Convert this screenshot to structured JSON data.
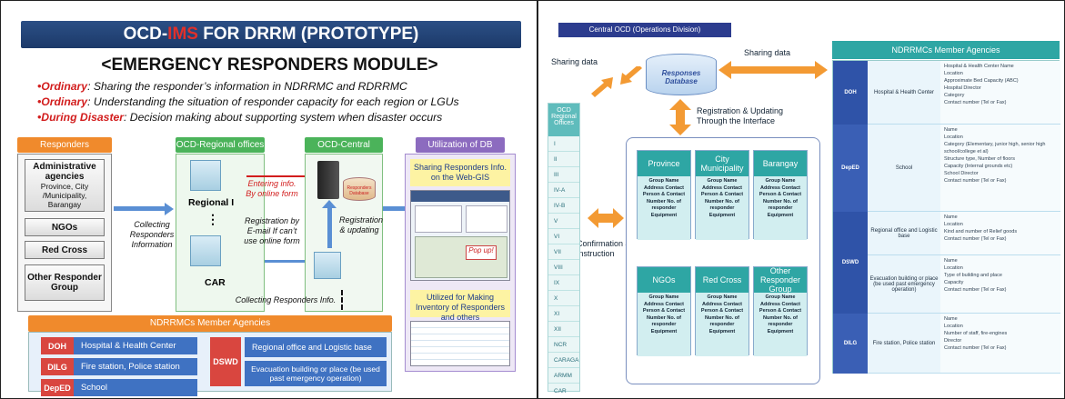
{
  "left": {
    "title_prefix": "OCD-",
    "title_ims": "IMS",
    "title_suffix": " FOR DRRM (PROTOTYPE)",
    "module_title": "<EMERGENCY RESPONDERS MODULE>",
    "bullets": [
      {
        "key": "•Ordinary",
        "text": ": Sharing the responder’s information in NDRRMC and RDRRMC"
      },
      {
        "key": "•Ordinary",
        "text": ": Understanding the situation of responder capacity for each region or LGUs"
      },
      {
        "key": "•During Disaster",
        "text": ": Decision making about supporting system when disaster occurs"
      }
    ],
    "headers": {
      "responders": "Responders",
      "regional": "OCD-Regional offices",
      "central": "OCD-Central",
      "utilization": "Utilization of DB",
      "agencies": "NDRRMCs Member Agencies"
    },
    "responder_boxes": {
      "admin_title": "Administrative agencies",
      "admin_sub": "Province, City /Municipality, Barangay",
      "ngos": "NGOs",
      "red_cross": "Red Cross",
      "other": "Other Responder Group"
    },
    "regional_i": "Regional I",
    "dots": "⋮",
    "car": "CAR",
    "labels": {
      "collecting": "Collecting Responders Information",
      "entering": "Entering info. By online form",
      "registration_email": "Registration by E-mail If can’t use online form",
      "registration_updating": "Registration & updating",
      "collecting_bottom": "Collecting Responders Info.",
      "database": "Responders Database"
    },
    "util": {
      "sharing": "Sharing Responders Info. on the Web-GIS",
      "popup": "Pop up!",
      "inventory": "Utilized for Making Inventory of Responders and others"
    },
    "legend_rows": [
      {
        "key": "DOH",
        "value": "Hospital & Health Center"
      },
      {
        "key": "DILG",
        "value": "Fire station, Police station"
      },
      {
        "key": "DepED",
        "value": "School"
      }
    ],
    "dswd": {
      "key": "DSWD",
      "values": [
        "Regional office and Logistic base",
        "Evacuation building or place (be used past emergency operation)"
      ]
    }
  },
  "right": {
    "title": "Central OCD (Operations Division)",
    "sharing_left": "Sharing data",
    "sharing_right": "Sharing data",
    "db_title": "Responses Database",
    "registration": "Registration & Updating Through the Interface",
    "confirmation": "Confirmation & Instruction",
    "regional_header": "OCD Regional Offices",
    "regions": [
      "I",
      "II",
      "III",
      "IV-A",
      "IV-B",
      "V",
      "VI",
      "VII",
      "VIII",
      "IX",
      "X",
      "XI",
      "XII",
      "NCR",
      "CARAGA",
      "ARMM",
      "CAR"
    ],
    "orgs_top": [
      {
        "name": "Province",
        "body": "Group Name Address Contact Person & Contact Number No. of responder Equipment"
      },
      {
        "name": "City Municipality",
        "body": "Group Name Address Contact Person & Contact Number No. of responder Equipment"
      },
      {
        "name": "Barangay",
        "body": "Group Name Address Contact Person & Contact Number No. of responder Equipment"
      }
    ],
    "orgs_bottom": [
      {
        "name": "NGOs",
        "body": "Group Name Address Contact Person & Contact Number No. of responder Equipment"
      },
      {
        "name": "Red Cross",
        "body": "Group Name Address Contact Person & Contact Number No. of responder Equipment"
      },
      {
        "name": "Other Responder Group",
        "body": "Group Name Address Contact Person & Contact Number No. of responder Equipment"
      }
    ],
    "ndrrmc_header": "NDRRMCs Member Agencies",
    "agencies": [
      {
        "code": "DOH",
        "type": "Hospital & Health Center",
        "fields": [
          "Hospital & Health Center Name",
          "Location",
          "Approximate Bed Capacity (ABC)",
          "Hospital Director",
          "Category",
          "Contact number (Tel or Fax)"
        ]
      },
      {
        "code": "DepED",
        "type": "School",
        "fields": [
          "Name",
          "Location",
          "Category (Elementary, junior high, senior high school/college et al)",
          "Structure type, Number of floors",
          "Capacity (Internal grounds etc)",
          "School Director",
          "Contact number (Tel or Fax)"
        ]
      },
      {
        "code": "DSWD",
        "type": "Regional office and Logistic base",
        "fields": [
          "Name",
          "Location",
          "Kind and number of Relief goods",
          "Contact number (Tel or Fax)"
        ],
        "type2": "Evacuation building or place (be used past emergency operation)",
        "fields2": [
          "Name",
          "Location",
          "Type of building and place",
          "Capacity",
          "Contact number (Tel or Fax)"
        ]
      },
      {
        "code": "DILG",
        "type": "Fire station, Police station",
        "fields": [
          "Name",
          "Location",
          "Number of staff, fire-engines",
          "Director",
          "Contact number (Tel or Fax)"
        ]
      }
    ]
  }
}
